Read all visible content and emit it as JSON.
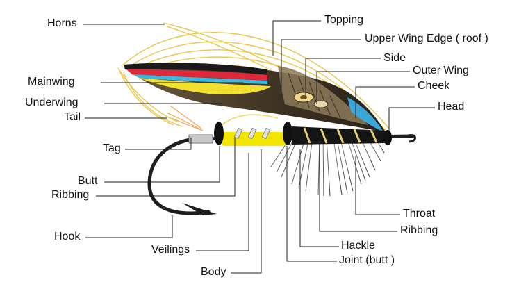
{
  "diagram": {
    "labels": {
      "horns": "Horns",
      "topping": "Topping",
      "upper_wing_edge": "Upper Wing Edge ( roof )",
      "side": "Side",
      "outer_wing": "Outer Wing",
      "mainwing": "Mainwing",
      "cheek": "Cheek",
      "underwing": "Underwing",
      "head": "Head",
      "tail": "Tail",
      "tag": "Tag",
      "butt": "Butt",
      "ribbing_left": "Ribbing",
      "throat": "Throat",
      "ribbing_right": "Ribbing",
      "hook": "Hook",
      "hackle": "Hackle",
      "veilings": "Veilings",
      "joint": "Joint (butt )",
      "body": "Body"
    }
  }
}
